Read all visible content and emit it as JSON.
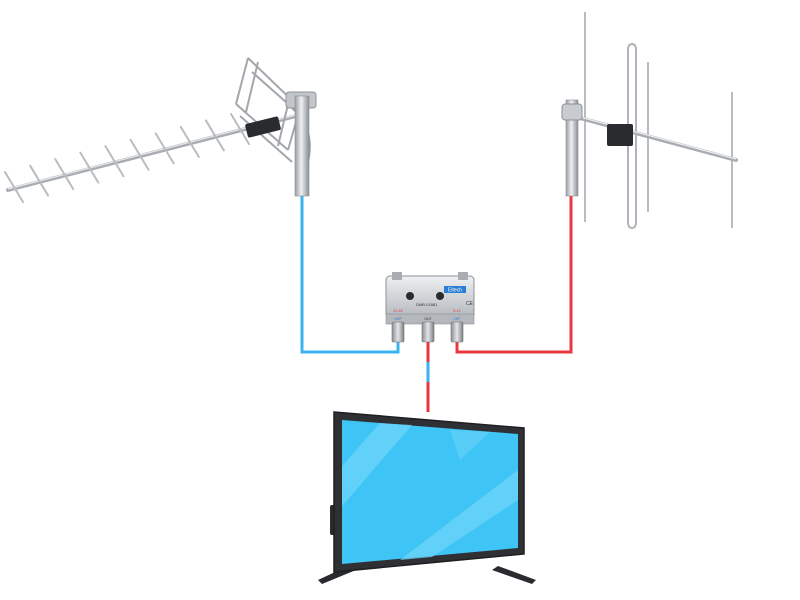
{
  "colors": {
    "uhf_cable": "#3bb3f0",
    "vhf_cable": "#e8383d",
    "metal": "#c8cbcf",
    "metal_dark": "#8d9196",
    "tv_bezel": "#2f3033",
    "tv_screen": "#3fc4f6",
    "tv_screen_light": "#6fd5f9",
    "combiner_body": "#cfd3d7",
    "combiner_badge": "#2a7fd4"
  },
  "combiner": {
    "model": "DMB-01881",
    "brand": "Eltech",
    "mark": "CE",
    "port_left": "UHF",
    "port_center": "OUT",
    "port_right": "VHF",
    "port_left_ch": "21-69",
    "port_right_ch": "5-12"
  },
  "icons": {
    "uhf_antenna": "yagi-antenna-icon",
    "vhf_antenna": "dipole-antenna-icon",
    "combiner": "combiner-icon",
    "tv": "tv-icon"
  }
}
